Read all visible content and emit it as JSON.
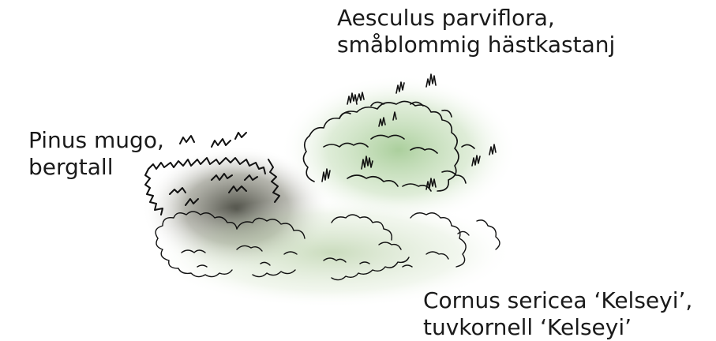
{
  "labels": {
    "aesculus": {
      "line1": "Aesculus parviflora,",
      "line2": "småblommig hästkastanj"
    },
    "pinus": {
      "line1": "Pinus mugo,",
      "line2": "bergtall"
    },
    "cornus": {
      "line1": "Cornus sericea ‘Kelseyi’,",
      "line2": "tuvkornell ‘Kelseyi’"
    }
  },
  "colors": {
    "ink": "#111111",
    "green_shade": "#a6c896",
    "dark_shade": "#3d3d34"
  }
}
